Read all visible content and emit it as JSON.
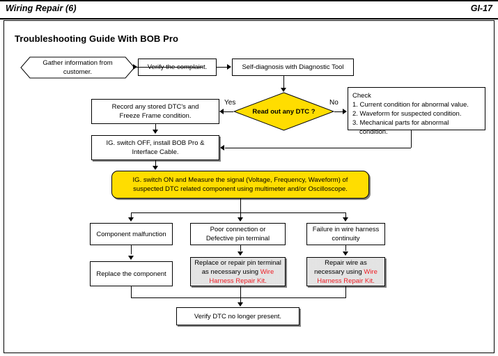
{
  "header": {
    "title": "Wiring Repair (6)",
    "page_ref": "GI-17"
  },
  "chart_title": "Troubleshooting Guide With BOB Pro",
  "colors": {
    "highlight_yellow": "#FFDD00",
    "red_text": "#ED1C24",
    "hatch_gray": "#C8C8C8",
    "shadow_gray": "#808080",
    "line_black": "#000000"
  },
  "chart_data": {
    "type": "flowchart",
    "title": "Troubleshooting Guide With BOB Pro",
    "nodes": [
      {
        "id": "n1",
        "shape": "hexagon",
        "text": "Gather information from customer."
      },
      {
        "id": "n2",
        "shape": "rect",
        "text": "Verify the complaint."
      },
      {
        "id": "n3",
        "shape": "rect",
        "text": "Self-diagnosis with Diagnostic Tool"
      },
      {
        "id": "n4",
        "shape": "diamond",
        "text": "Read out any DTC ?",
        "fill": "#FFDD00"
      },
      {
        "id": "n5",
        "shape": "rect",
        "text": "Record any stored DTC's and Freeze Frame condition."
      },
      {
        "id": "n6",
        "shape": "rect",
        "text": "Check / 1. Current condition for abnormal value. / 2. Waveform for suspected condition. / 3. Mechanical parts for abnormal condition."
      },
      {
        "id": "n7",
        "shape": "rect",
        "text": "IG. switch OFF, install BOB Pro & Interface Cable."
      },
      {
        "id": "n8",
        "shape": "rounded-rect",
        "text": "IG. switch ON and Measure the signal (Voltage, Frequency, Waveform) of suspected DTC related component using multimeter and/or Oscilloscope.",
        "fill": "#FFDD00"
      },
      {
        "id": "n9",
        "shape": "rect",
        "text": "Component malfunction"
      },
      {
        "id": "n10",
        "shape": "rect",
        "text": "Poor connection or Defective pin terminal"
      },
      {
        "id": "n11",
        "shape": "rect",
        "text": "Failure in wire harness continuity"
      },
      {
        "id": "n12",
        "shape": "rect",
        "text": "Replace the component"
      },
      {
        "id": "n13",
        "shape": "rect",
        "fill": "hatched",
        "text": "Replace or repair pin terminal as necessary using Wire Harness Repair Kit."
      },
      {
        "id": "n14",
        "shape": "rect",
        "fill": "hatched",
        "text": "Repair wire as necessary using Wire Harness Repair Kit."
      },
      {
        "id": "n15",
        "shape": "rect",
        "text": "Verify DTC no longer present."
      }
    ],
    "edges": [
      {
        "from": "n1",
        "to": "n2",
        "label": ""
      },
      {
        "from": "n2",
        "to": "n3",
        "label": ""
      },
      {
        "from": "n3",
        "to": "n4",
        "label": ""
      },
      {
        "from": "n4",
        "to": "n5",
        "label": "Yes"
      },
      {
        "from": "n4",
        "to": "n6",
        "label": "No"
      },
      {
        "from": "n5",
        "to": "n7",
        "label": ""
      },
      {
        "from": "n6",
        "to": "n7",
        "label": ""
      },
      {
        "from": "n7",
        "to": "n8",
        "label": ""
      },
      {
        "from": "n8",
        "to": "n9",
        "label": ""
      },
      {
        "from": "n8",
        "to": "n10",
        "label": ""
      },
      {
        "from": "n8",
        "to": "n11",
        "label": ""
      },
      {
        "from": "n9",
        "to": "n12",
        "label": ""
      },
      {
        "from": "n10",
        "to": "n13",
        "label": ""
      },
      {
        "from": "n11",
        "to": "n14",
        "label": ""
      },
      {
        "from": "n12",
        "to": "n15",
        "label": ""
      },
      {
        "from": "n13",
        "to": "n15",
        "label": ""
      },
      {
        "from": "n14",
        "to": "n15",
        "label": ""
      }
    ]
  },
  "nodes": {
    "gather_info": {
      "line1": "Gather information from",
      "line2": "customer."
    },
    "verify_complaint": {
      "text": "Verify the complaint."
    },
    "self_diagnosis": {
      "text": "Self-diagnosis with Diagnostic Tool"
    },
    "decision_dtc": {
      "text": "Read out any DTC ?"
    },
    "record_dtc": {
      "line1": "Record any stored DTC's and",
      "line2": "Freeze Frame condition."
    },
    "check_box": {
      "heading": "Check",
      "item1": "1. Current condition for abnormal value.",
      "item2": "2. Waveform for suspected condition.",
      "item3": "3. Mechanical parts for abnormal",
      "item3_cont": "condition."
    },
    "ig_off": {
      "line1": "IG. switch OFF, install BOB Pro &",
      "line2": "Interface Cable."
    },
    "ig_on_measure": {
      "line1": "IG. switch ON and Measure the signal (Voltage, Frequency, Waveform) of",
      "line2": "suspected DTC related component using multimeter and/or Oscilloscope."
    },
    "component_malfunction": {
      "text": "Component malfunction"
    },
    "poor_connection": {
      "line1": "Poor connection or",
      "line2": "Defective pin terminal"
    },
    "harness_failure": {
      "line1": "Failure in wire harness",
      "line2": "continuity"
    },
    "replace_component": {
      "text": "Replace the component"
    },
    "repair_pin_terminal": {
      "line1": "Replace or repair pin terminal",
      "line2_pre": "as necessary using ",
      "line2_red": "Wire",
      "line3_red": "Harness Repair Kit."
    },
    "repair_wire": {
      "line1": "Repair wire as",
      "line2_pre": "necessary using ",
      "line2_red": "Wire",
      "line3_red": "Harness Repair Kit."
    },
    "verify_dtc": {
      "text": "Verify DTC no longer present."
    }
  },
  "edge_labels": {
    "yes": "Yes",
    "no": "No"
  }
}
